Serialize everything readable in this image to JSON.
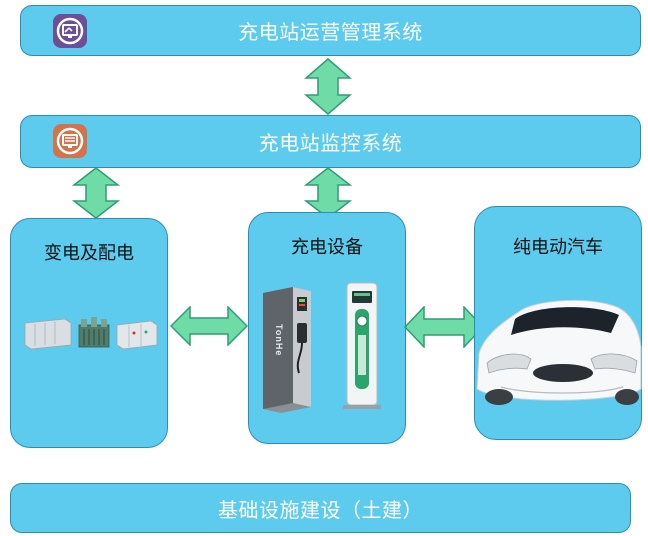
{
  "top_system": {
    "title": "充电站运营管理系统",
    "icon": "management-monitor-icon"
  },
  "monitor_system": {
    "title": "充电站监控系统",
    "icon": "monitoring-screen-icon"
  },
  "columns": {
    "power": {
      "title": "变电及配电"
    },
    "equipment": {
      "title": "充电设备"
    },
    "vehicle": {
      "title": "纯电动汽车"
    }
  },
  "charger": {
    "brand": "TonHe"
  },
  "foundation": {
    "title": "基础设施建设（土建）"
  },
  "colors": {
    "box_fill": "#5ccbee",
    "box_border": "#2a8fb5",
    "arrow_fill": "#6fdca8",
    "arrow_stroke": "#2e9e75"
  }
}
